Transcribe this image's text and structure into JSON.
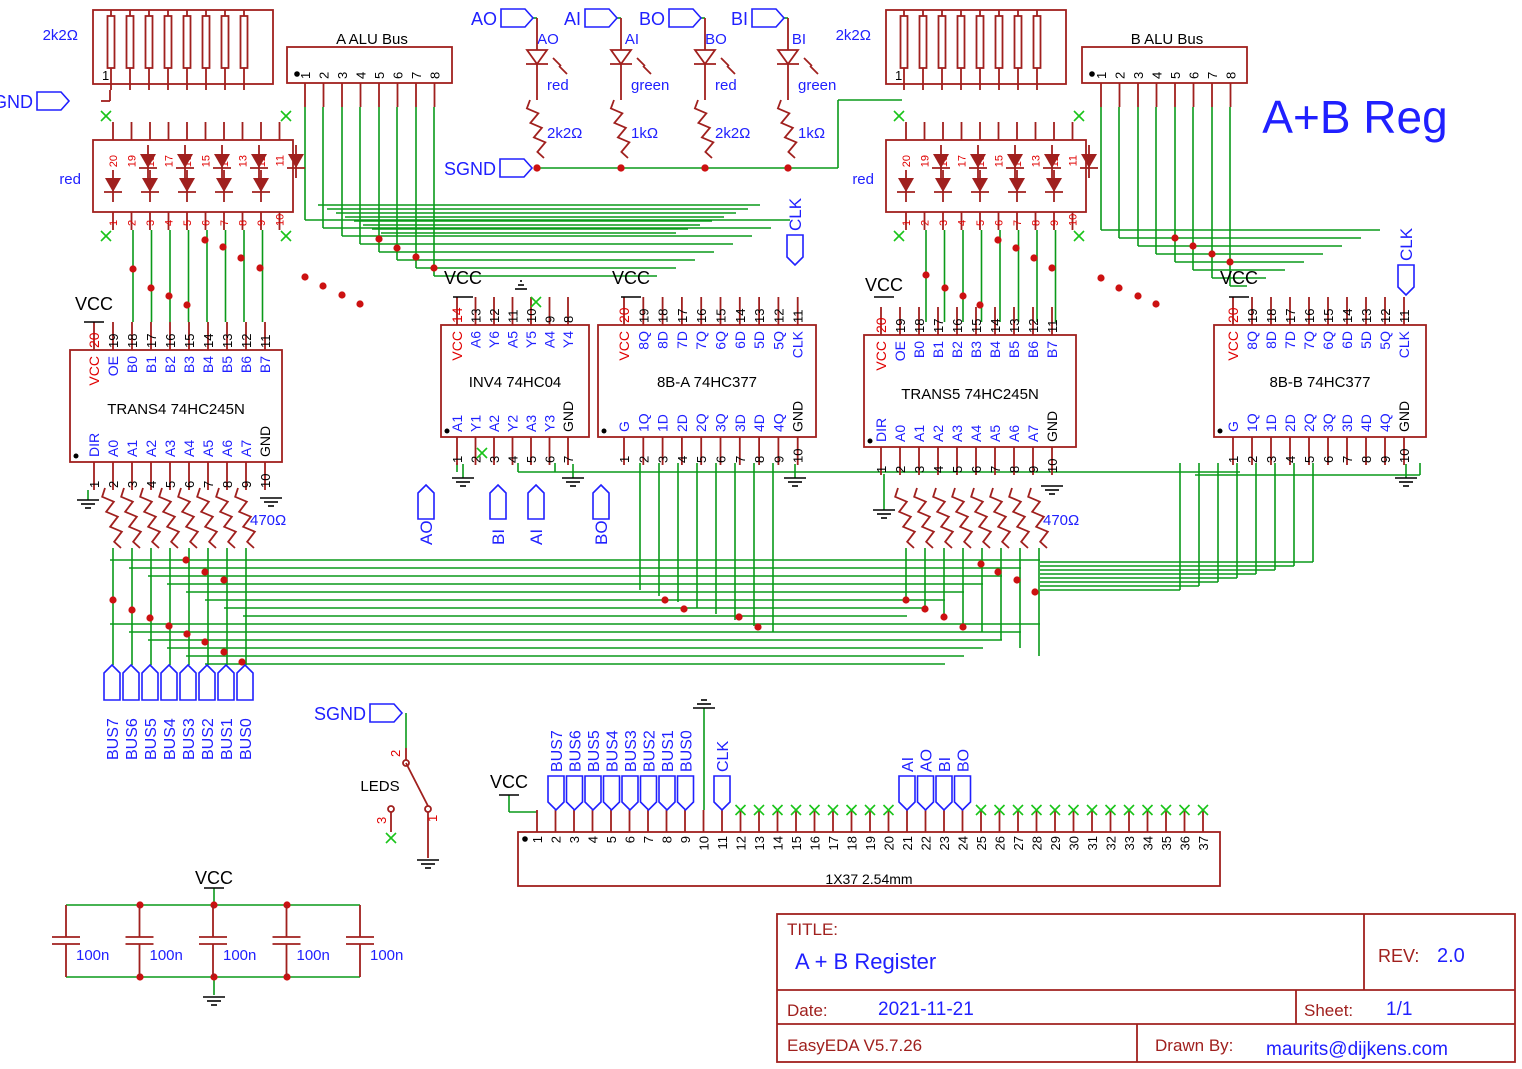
{
  "title_big": "A+B Reg",
  "buses": {
    "a": {
      "title": "A ALU Bus",
      "pins": [
        "1",
        "2",
        "3",
        "4",
        "5",
        "6",
        "7",
        "8"
      ]
    },
    "b": {
      "title": "B ALU Bus",
      "pins": [
        "1",
        "2",
        "3",
        "4",
        "5",
        "6",
        "7",
        "8"
      ]
    }
  },
  "led_bars": {
    "resistor_label": "2k2Ω",
    "color": "red",
    "top_pins": [
      "20",
      "19",
      "18",
      "17",
      "16",
      "15",
      "14",
      "13",
      "12",
      "11"
    ],
    "bottom_pins": [
      "1",
      "2",
      "3",
      "4",
      "5",
      "6",
      "7",
      "8",
      "9",
      "10"
    ],
    "sgnd": "SGND",
    "pin1": "1"
  },
  "status_leds": [
    {
      "port": "AO",
      "label": "AO",
      "color": "red",
      "resistor": "2k2Ω"
    },
    {
      "port": "AI",
      "label": "AI",
      "color": "green",
      "resistor": "1kΩ"
    },
    {
      "port": "BO",
      "label": "BO",
      "color": "red",
      "resistor": "2k2Ω"
    },
    {
      "port": "BI",
      "label": "BI",
      "color": "green",
      "resistor": "1kΩ"
    }
  ],
  "sgnd_label": "SGND",
  "vcc": "VCC",
  "clk": "CLK",
  "chips": {
    "trans4": {
      "name": "TRANS4",
      "part": "74HC245N",
      "top_pin_nums": [
        "20",
        "19",
        "18",
        "17",
        "16",
        "15",
        "14",
        "13",
        "12",
        "11"
      ],
      "top_pin_names": [
        "VCC",
        "OE",
        "B0",
        "B1",
        "B2",
        "B3",
        "B4",
        "B5",
        "B6",
        "B7"
      ],
      "bot_pin_nums": [
        "1",
        "2",
        "3",
        "4",
        "5",
        "6",
        "7",
        "8",
        "9",
        "10"
      ],
      "bot_pin_names": [
        "DIR",
        "A0",
        "A1",
        "A2",
        "A3",
        "A4",
        "A5",
        "A6",
        "A7",
        "GND"
      ]
    },
    "inv4": {
      "name": "INV4",
      "part": "74HC04",
      "top_pin_nums": [
        "14",
        "13",
        "12",
        "11",
        "10",
        "9",
        "8"
      ],
      "top_pin_names": [
        "VCC",
        "A6",
        "Y6",
        "A5",
        "Y5",
        "A4",
        "Y4"
      ],
      "bot_pin_nums": [
        "1",
        "2",
        "3",
        "4",
        "5",
        "6",
        "7"
      ],
      "bot_pin_names": [
        "A1",
        "Y1",
        "A2",
        "Y2",
        "A3",
        "Y3",
        "GND"
      ]
    },
    "r8a": {
      "name": "8B-A",
      "part": "74HC377",
      "top_pin_nums": [
        "20",
        "19",
        "18",
        "17",
        "16",
        "15",
        "14",
        "13",
        "12",
        "11"
      ],
      "top_pin_names": [
        "VCC",
        "8Q",
        "8D",
        "7D",
        "7Q",
        "6Q",
        "6D",
        "5D",
        "5Q",
        "CLK"
      ],
      "bot_pin_nums": [
        "1",
        "2",
        "3",
        "4",
        "5",
        "6",
        "7",
        "8",
        "9",
        "10"
      ],
      "bot_pin_names": [
        "G",
        "1Q",
        "1D",
        "2D",
        "2Q",
        "3Q",
        "3D",
        "4D",
        "4Q",
        "GND"
      ]
    },
    "trans5": {
      "name": "TRANS5",
      "part": "74HC245N",
      "top_pin_nums": [
        "20",
        "19",
        "18",
        "17",
        "16",
        "15",
        "14",
        "13",
        "12",
        "11"
      ],
      "top_pin_names": [
        "VCC",
        "OE",
        "B0",
        "B1",
        "B2",
        "B3",
        "B4",
        "B5",
        "B6",
        "B7"
      ],
      "bot_pin_nums": [
        "1",
        "2",
        "3",
        "4",
        "5",
        "6",
        "7",
        "8",
        "9",
        "10"
      ],
      "bot_pin_names": [
        "DIR",
        "A0",
        "A1",
        "A2",
        "A3",
        "A4",
        "A5",
        "A6",
        "A7",
        "GND"
      ]
    },
    "r8b": {
      "name": "8B-B",
      "part": "74HC377",
      "top_pin_nums": [
        "20",
        "19",
        "18",
        "17",
        "16",
        "15",
        "14",
        "13",
        "12",
        "11"
      ],
      "top_pin_names": [
        "VCC",
        "8Q",
        "8D",
        "7D",
        "7Q",
        "6Q",
        "6D",
        "5D",
        "5Q",
        "CLK"
      ],
      "bot_pin_nums": [
        "1",
        "2",
        "3",
        "4",
        "5",
        "6",
        "7",
        "8",
        "9",
        "10"
      ],
      "bot_pin_names": [
        "G",
        "1Q",
        "1D",
        "2D",
        "2Q",
        "3Q",
        "3D",
        "4D",
        "4Q",
        "GND"
      ]
    }
  },
  "pulldown_label": "470Ω",
  "inv_ports": [
    "AO",
    "BI",
    "AI",
    "BO"
  ],
  "bus_ports": [
    "BUS7",
    "BUS6",
    "BUS5",
    "BUS4",
    "BUS3",
    "BUS2",
    "BUS1",
    "BUS0"
  ],
  "switch": {
    "label": "LEDS",
    "pins": [
      "2",
      "1",
      "3"
    ]
  },
  "header": {
    "name": "1X37 2.54mm",
    "bus_ports": [
      "BUS7",
      "BUS6",
      "BUS5",
      "BUS4",
      "BUS3",
      "BUS2",
      "BUS1",
      "BUS0"
    ],
    "clk": "CLK",
    "ctrl_ports": [
      "AI",
      "AO",
      "BI",
      "BO"
    ],
    "pins": [
      "1",
      "2",
      "3",
      "4",
      "5",
      "6",
      "7",
      "8",
      "9",
      "10",
      "11",
      "12",
      "13",
      "14",
      "15",
      "16",
      "17",
      "18",
      "19",
      "20",
      "21",
      "22",
      "23",
      "24",
      "25",
      "26",
      "27",
      "28",
      "29",
      "30",
      "31",
      "32",
      "33",
      "34",
      "35",
      "36",
      "37"
    ]
  },
  "caps": {
    "value": "100n",
    "count": 5
  },
  "titleblock": {
    "title_label": "TITLE:",
    "title": "A + B Register",
    "rev_label": "REV:",
    "rev": "2.0",
    "date_label": "Date:",
    "date": "2021-11-21",
    "sheet_label": "Sheet:",
    "sheet": "1/1",
    "tool": "EasyEDA V5.7.26",
    "drawn_label": "Drawn By:",
    "drawn": "maurits@dijkens.com"
  },
  "colors": {
    "wire": "#0a9a1a",
    "component": "#a0201e",
    "label": "#2020ff",
    "pin_red": "#e00000"
  }
}
